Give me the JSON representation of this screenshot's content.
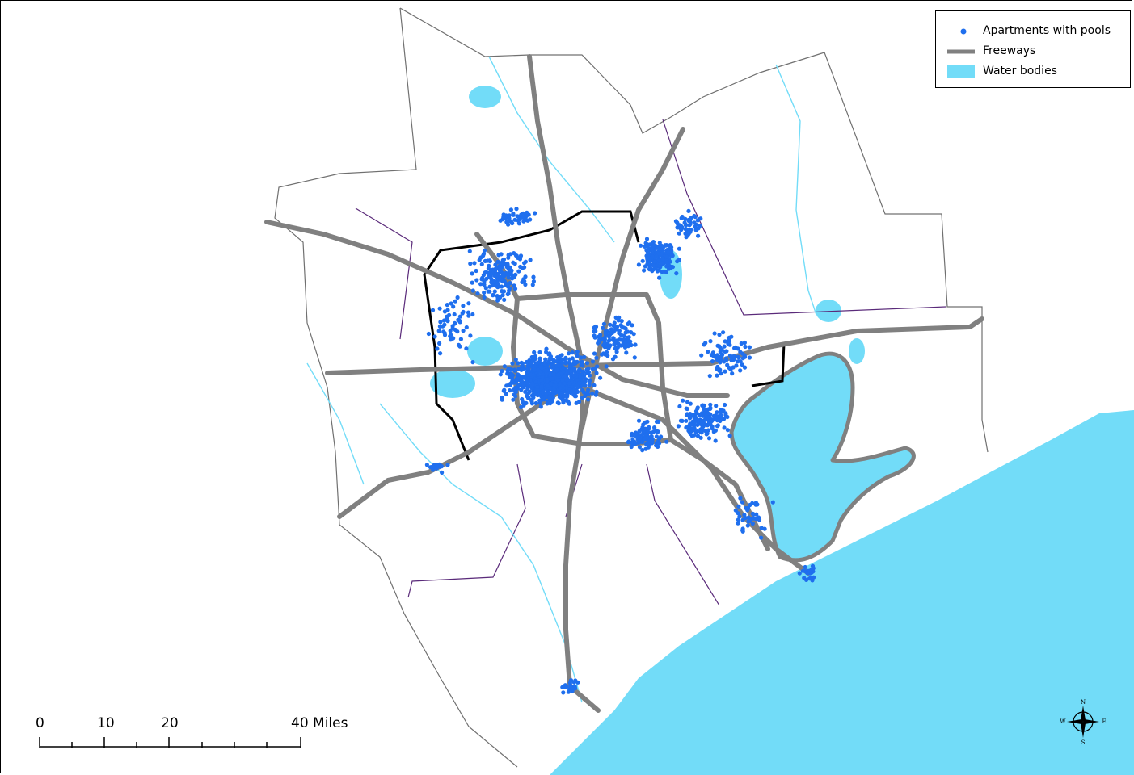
{
  "map": {
    "colors": {
      "water": "#72dcf8",
      "points": "#1f6fee",
      "freeway": "#808080",
      "county_line": "#707070",
      "city_limit": "#5a2a7a",
      "beltway": "#000000",
      "land": "#ffffff"
    }
  },
  "legend": {
    "items": [
      {
        "label": "Apartments with pools",
        "symbol": "point",
        "color": "#1f6fee"
      },
      {
        "label": "Freeways",
        "symbol": "line",
        "color": "#808080"
      },
      {
        "label": "Water bodies",
        "symbol": "patch",
        "color": "#72dcf8"
      }
    ]
  },
  "scale_bar": {
    "labels": [
      "0",
      "10",
      "20",
      "40 Miles"
    ]
  },
  "north_arrow": {
    "icon": "compass-rose-icon",
    "n": "N",
    "s": "S",
    "e": "E",
    "w": "W"
  }
}
